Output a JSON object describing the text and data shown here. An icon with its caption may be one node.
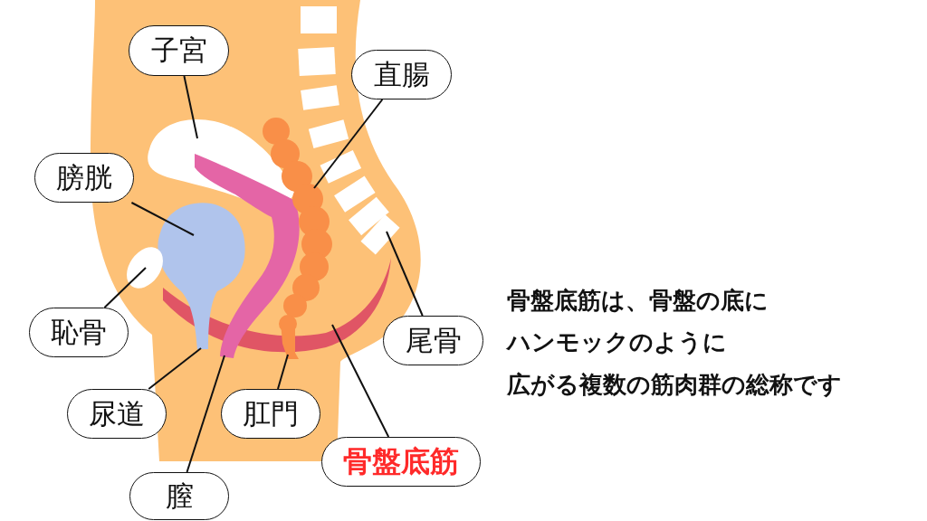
{
  "diagram": {
    "nodes": [
      {
        "text": [
          "子宮"
        ]
      },
      {
        "text": [
          "直腸"
        ]
      },
      {
        "text": [
          "膀胱"
        ]
      },
      {
        "text": [
          "恥骨"
        ]
      },
      {
        "text": [
          "尾骨"
        ]
      },
      {
        "text": [
          "尿道"
        ]
      },
      {
        "text": [
          "肛門"
        ]
      },
      {
        "text": [
          "骨盤底筋"
        ]
      },
      {
        "text": [
          "膣"
        ]
      }
    ],
    "edges": [
      {
        "from": 0,
        "to": null,
        "arrow": "none"
      },
      {
        "from": 1,
        "to": null,
        "arrow": "none"
      },
      {
        "from": 2,
        "to": null,
        "arrow": "none"
      },
      {
        "from": 3,
        "to": null,
        "arrow": "none"
      },
      {
        "from": 4,
        "to": null,
        "arrow": "none"
      },
      {
        "from": 5,
        "to": null,
        "arrow": "none"
      },
      {
        "from": 6,
        "to": null,
        "arrow": "none"
      },
      {
        "from": 7,
        "to": null,
        "arrow": "none"
      },
      {
        "from": 8,
        "to": null,
        "arrow": "none"
      }
    ],
    "labels": [
      "骨盤底筋は、骨盤の底に",
      "ハンモックのように",
      "広がる複数の筋肉群の総称です"
    ]
  }
}
